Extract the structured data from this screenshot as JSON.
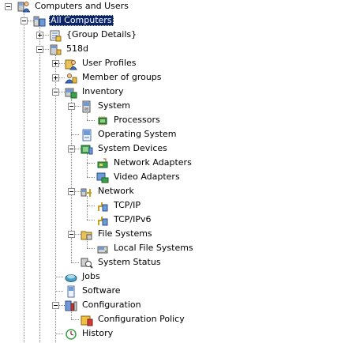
{
  "tree": {
    "root": {
      "label": "Computers and Users",
      "icon": "computers-users-icon"
    },
    "all_computers": {
      "label": "All Computers",
      "icon": "computers-folder-icon",
      "selected": true
    },
    "group_details": {
      "label": "{Group Details}",
      "icon": "group-details-icon"
    },
    "computer_518d": {
      "label": "518d",
      "icon": "computer-icon"
    },
    "user_profiles": {
      "label": "User Profiles",
      "icon": "user-profiles-icon"
    },
    "member_of_groups": {
      "label": "Member of groups",
      "icon": "groups-icon"
    },
    "inventory": {
      "label": "Inventory",
      "icon": "inventory-icon"
    },
    "system": {
      "label": "System",
      "icon": "system-icon"
    },
    "processors": {
      "label": "Processors",
      "icon": "processor-chip-icon"
    },
    "operating_system": {
      "label": "Operating System",
      "icon": "operating-system-icon"
    },
    "system_devices": {
      "label": "System Devices",
      "icon": "system-devices-icon"
    },
    "network_adapters": {
      "label": "Network Adapters",
      "icon": "network-adapter-icon"
    },
    "video_adapters": {
      "label": "Video Adapters",
      "icon": "video-adapter-icon"
    },
    "network": {
      "label": "Network",
      "icon": "network-icon"
    },
    "tcpip": {
      "label": "TCP/IP",
      "icon": "tcpip-icon"
    },
    "tcpipv6": {
      "label": "TCP/IPv6",
      "icon": "tcpipv6-icon"
    },
    "file_systems": {
      "label": "File Systems",
      "icon": "file-systems-icon"
    },
    "local_file_systems": {
      "label": "Local File Systems",
      "icon": "local-disk-icon"
    },
    "system_status": {
      "label": "System Status",
      "icon": "system-status-icon"
    },
    "jobs": {
      "label": "Jobs",
      "icon": "jobs-icon"
    },
    "software": {
      "label": "Software",
      "icon": "software-icon"
    },
    "configuration": {
      "label": "Configuration",
      "icon": "configuration-icon"
    },
    "configuration_policy": {
      "label": "Configuration Policy",
      "icon": "configuration-policy-icon"
    },
    "history": {
      "label": "History",
      "icon": "history-icon"
    }
  },
  "colors": {
    "selection": "#0a246a",
    "tree_lines": "#8a8a8a"
  }
}
